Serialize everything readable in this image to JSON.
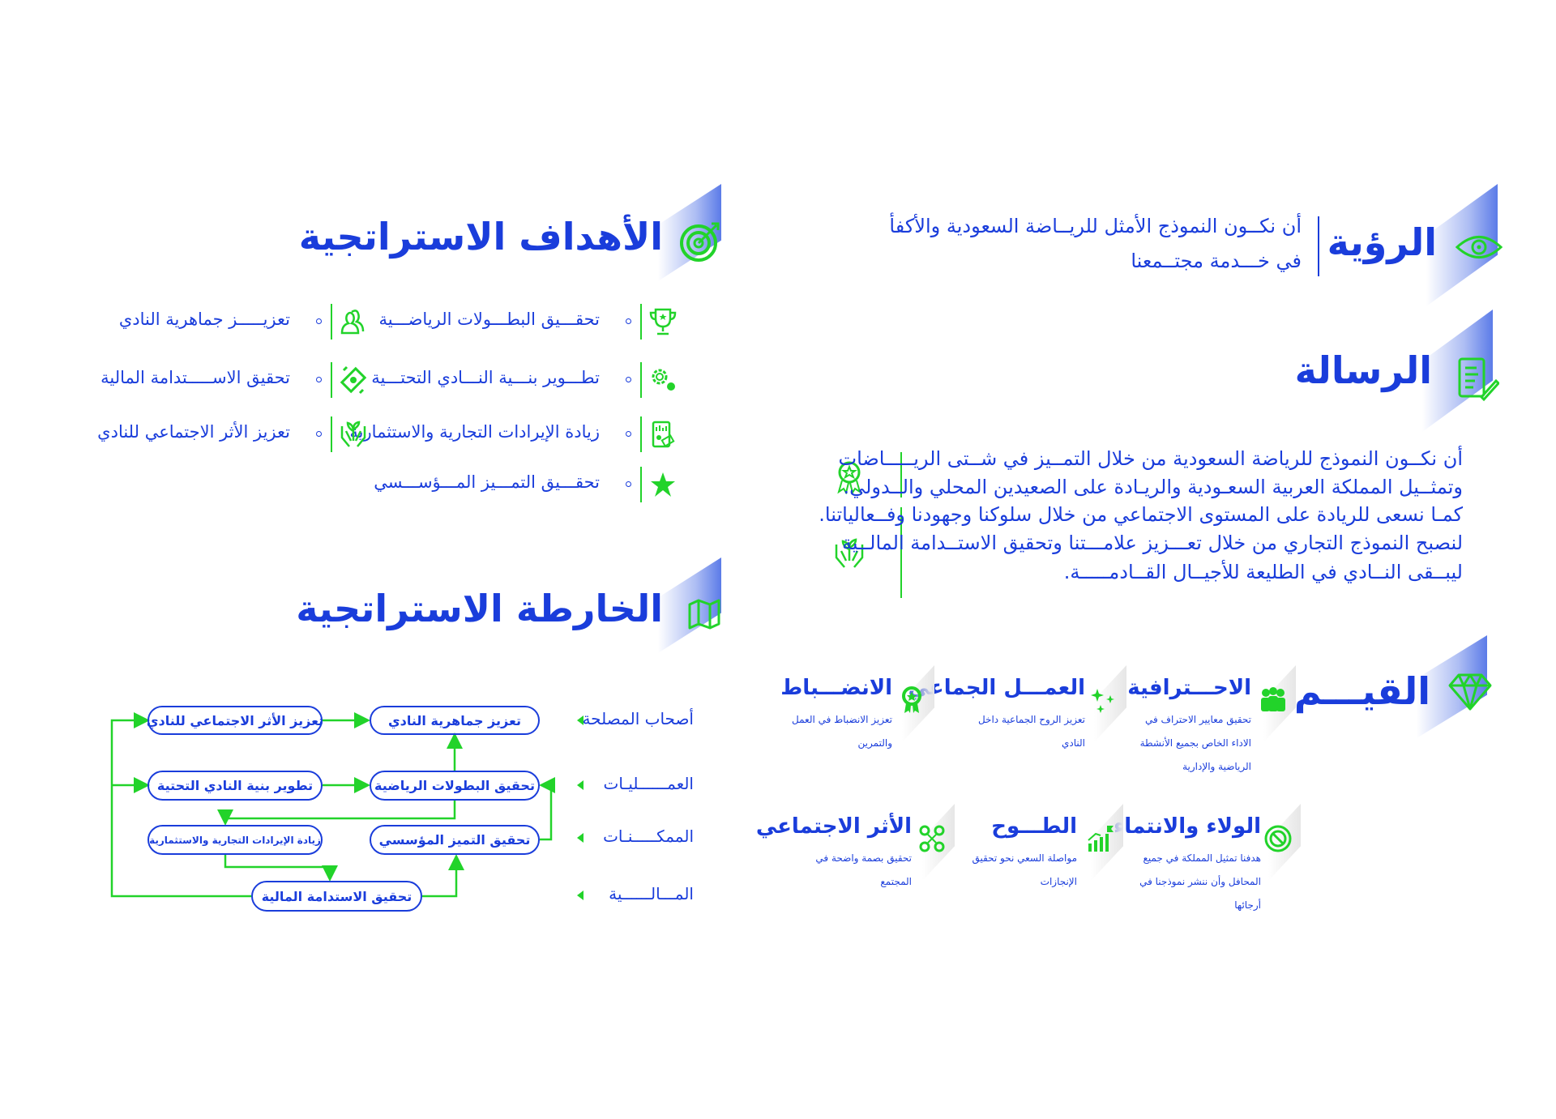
{
  "colors": {
    "primary": "#1a3ddb",
    "accent": "#22d32a"
  },
  "vision": {
    "title": "الرؤية",
    "icon": "eye-icon",
    "lines": [
      "أن نكــون النموذج الأمثل للريــاضة السعودية والأكفأ",
      "في خـــدمة مجتــمعنا"
    ]
  },
  "mission": {
    "title": "الرسالة",
    "icon": "document-pen-icon",
    "block1": [
      "أن نكــون النموذج للرياضة السعودية من خلال التمــيز في شــتى الريـــــاضات",
      "وتمثــيل المملكة العربية السعـودية والريـادة على الصعيدين المحلي والــدولي."
    ],
    "block2": [
      "كمـا نسعى للريادة على المستوى الاجتماعي من خلال سلوكنا وجهودنا وفــعالياتنا.",
      "لنصبح النموذج التجاري من خلال تعـــزيز علامـــتنا وتحقيق الاستــدامة المالــية",
      "ليبــقى النــادي في الطليعة للأجيــال القــادمـــــة."
    ]
  },
  "values": {
    "title": "القيـــم",
    "icon": "diamond-icon",
    "items": [
      {
        "title": "الاحـــترافية",
        "desc": "تحقيق معايير الاحتراف في الاداء الخاص بجميع الأنشطة الرياضية والإدارية",
        "icon": "team-icon"
      },
      {
        "title": "العمـــل الجماعي",
        "desc": "تعزيز الروح الجماعية داخل النادي",
        "icon": "sparkles-icon"
      },
      {
        "title": "الانضـــباط",
        "desc": "تعزيز الانضباط في العمل والتمرين",
        "icon": "medal-icon"
      },
      {
        "title": "الولاء والانتماء",
        "desc": "هدفنا تمثيل المملكة في جميع المحافل وأن ننشر نموذجنا في أرجائها",
        "icon": "ball-icon"
      },
      {
        "title": "الطـــوح",
        "desc": "مواصلة السعي نحو تحقيق الإنجازات",
        "icon": "growth-flag-icon"
      },
      {
        "title": "الأثر الاجتماعي",
        "desc": "تحقيق بصمة واضحة في المجتمع",
        "icon": "community-icon"
      }
    ]
  },
  "goals": {
    "title": "الأهداف الاستراتجية",
    "icon": "target-icon",
    "col1": [
      {
        "text": "تحقـــيق البطـــولات الرياضـــية",
        "icon": "trophy-icon"
      },
      {
        "text": "تطـــوير بنـــية النـــادي التحتـــية",
        "icon": "gears-icon"
      },
      {
        "text": "زيادة الإيرادات التجارية والاستثمارية",
        "icon": "revenue-icon"
      },
      {
        "text": "تحقـــيق التمـــيز المـــؤســـسي",
        "icon": "star-icon"
      }
    ],
    "col2": [
      {
        "text": "تعزيـــــز جماهرية النادي",
        "icon": "fans-icon"
      },
      {
        "text": "تحقيق الاســـــتدامة المالية",
        "icon": "money-cycle-icon"
      },
      {
        "text": "تعزيز الأثر الاجتماعي للنادي",
        "icon": "hands-plant-icon"
      }
    ]
  },
  "map": {
    "title": "الخارطة الاستراتجية",
    "icon": "map-icon",
    "rows": [
      "أصحاب المصلحة",
      "العمــــــليـات",
      "الممكـــــنـات",
      "المـــالــــــية"
    ],
    "boxes": {
      "fans": "تعزيز جماهرية النادي",
      "social": "تعزيز الأثر الاجتماعي للنادي",
      "champ": "تحقيق البطولات الرياضية",
      "infra": "تطوير بنية النادي التحتية",
      "excel": "تحقيق التميز المؤسسي",
      "revenue": "زيادة الإيرادات التجارية والاستثمارية",
      "sustain": "تحقيق الاستدامة المالية"
    }
  }
}
